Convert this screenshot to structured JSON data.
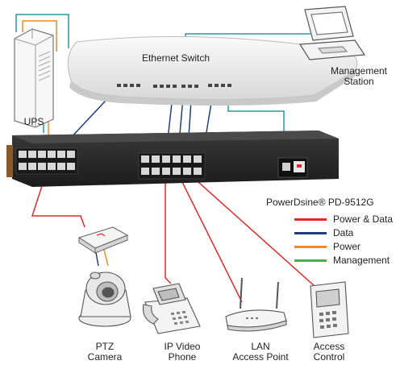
{
  "labels": {
    "ethernet_switch": "Ethernet Switch",
    "management_station_line1": "Management",
    "management_station_line2": "Station",
    "ups": "UPS",
    "product": "PowerDsine® PD-9512G",
    "ptz_line1": "PTZ",
    "ptz_line2": "Camera",
    "phone_line1": "IP Video",
    "phone_line2": "Phone",
    "ap_line1": "LAN",
    "ap_line2": "Access Point",
    "access_line1": "Access",
    "access_line2": "Control"
  },
  "legend": [
    {
      "label": "Power & Data",
      "color": "#e02a2a"
    },
    {
      "label": "Data",
      "color": "#1f3f7a"
    },
    {
      "label": "Power",
      "color": "#f08a1e"
    },
    {
      "label": "Management",
      "color": "#3fb54a"
    }
  ],
  "colors": {
    "power_data": "#e02a2a",
    "data": "#1f3f7a",
    "power": "#f08a1e",
    "management": "#2a9aa0",
    "device_body": "#2b2b2b"
  }
}
